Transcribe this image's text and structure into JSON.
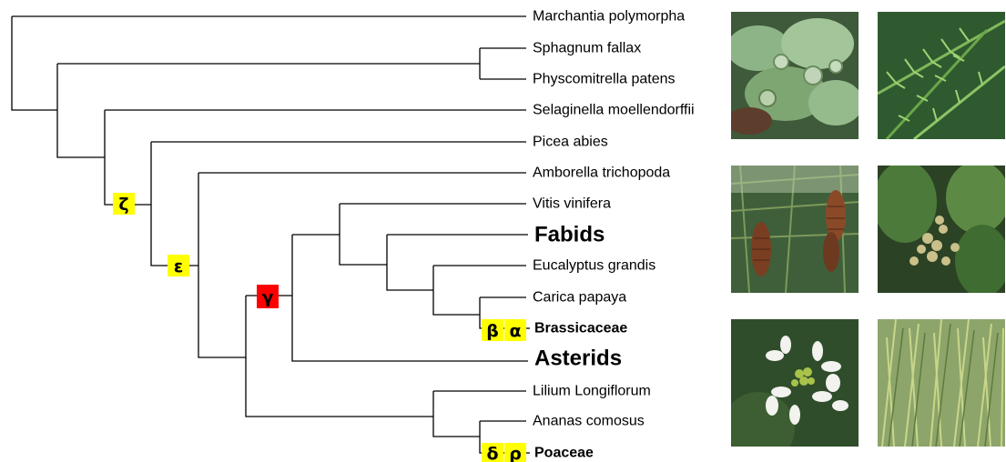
{
  "tree": {
    "taxa": [
      {
        "id": "marchantia",
        "label": "Marchantia polymorpha",
        "emphasis": "normal"
      },
      {
        "id": "sphagnum",
        "label": "Sphagnum fallax",
        "emphasis": "normal"
      },
      {
        "id": "physcomitrella",
        "label": "Physcomitrella patens",
        "emphasis": "normal"
      },
      {
        "id": "selaginella",
        "label": "Selaginella moellendorffii",
        "emphasis": "normal"
      },
      {
        "id": "picea",
        "label": "Picea abies",
        "emphasis": "normal"
      },
      {
        "id": "amborella",
        "label": "Amborella trichopoda",
        "emphasis": "normal"
      },
      {
        "id": "vitis",
        "label": "Vitis vinifera",
        "emphasis": "normal"
      },
      {
        "id": "fabids",
        "label": "Fabids",
        "emphasis": "large-bold"
      },
      {
        "id": "eucalyptus",
        "label": "Eucalyptus grandis",
        "emphasis": "normal"
      },
      {
        "id": "carica",
        "label": "Carica papaya",
        "emphasis": "normal"
      },
      {
        "id": "brassicaceae",
        "label": "Brassicaceae",
        "emphasis": "bold"
      },
      {
        "id": "asterids",
        "label": "Asterids",
        "emphasis": "large-bold"
      },
      {
        "id": "lilium",
        "label": "Lilium Longiflorum",
        "emphasis": "normal"
      },
      {
        "id": "ananas",
        "label": "Ananas comosus",
        "emphasis": "normal"
      },
      {
        "id": "poaceae",
        "label": "Poaceae",
        "emphasis": "bold"
      }
    ],
    "wgd_events": [
      {
        "id": "zeta",
        "label": "ζ",
        "color": "#ffff00"
      },
      {
        "id": "epsilon",
        "label": "ε",
        "color": "#ffff00"
      },
      {
        "id": "gamma",
        "label": "γ",
        "color": "#ff0000"
      },
      {
        "id": "beta",
        "label": "β",
        "color": "#ffff00"
      },
      {
        "id": "alpha",
        "label": "α",
        "color": "#ffff00"
      },
      {
        "id": "delta",
        "label": "δ",
        "color": "#ffff00"
      },
      {
        "id": "rho",
        "label": "ρ",
        "color": "#ffff00"
      }
    ],
    "line_color": "#000000"
  },
  "photos": [
    {
      "id": "marchantia-photo",
      "subject": "liverwort thallus"
    },
    {
      "id": "selaginella-photo",
      "subject": "spikemoss fronds"
    },
    {
      "id": "picea-photo",
      "subject": "spruce cones"
    },
    {
      "id": "amborella-photo",
      "subject": "amborella flowers"
    },
    {
      "id": "arabidopsis-photo",
      "subject": "white crucifer flowers"
    },
    {
      "id": "grass-photo",
      "subject": "grass blades"
    }
  ]
}
